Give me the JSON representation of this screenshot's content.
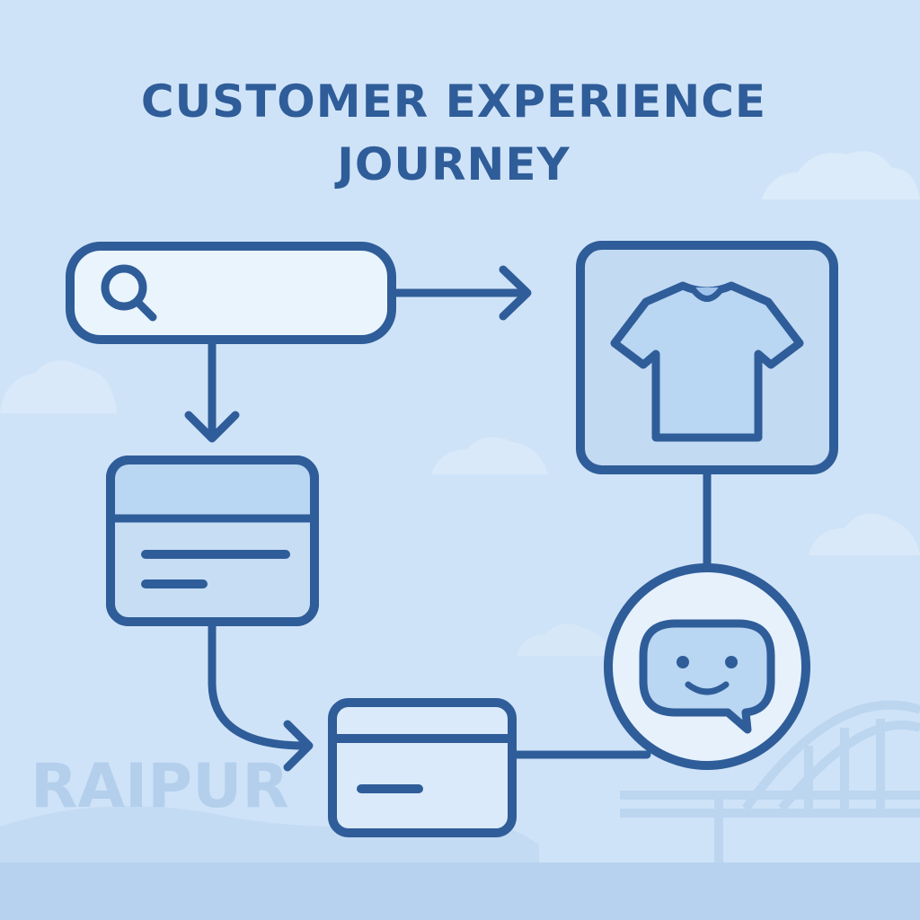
{
  "title": {
    "line1": "CUSTOMER EXPERIENCE",
    "line2": "JOURNEY"
  },
  "watermark": "RAIPUR",
  "colors": {
    "background": "#cfe3f8",
    "stroke": "#2f5d99",
    "fill_light": "#eaf4fd",
    "fill_mid": "#b9d6f2",
    "title": "#2f5d99",
    "watermark": "#b3cfec",
    "skyline": "#bcd6f0",
    "ground": "#b7d2ee"
  },
  "nodes": [
    {
      "id": "search",
      "icon": "search-icon"
    },
    {
      "id": "product",
      "icon": "tshirt-icon"
    },
    {
      "id": "listing",
      "icon": "card-icon"
    },
    {
      "id": "payment",
      "icon": "credit-card-icon"
    },
    {
      "id": "support",
      "icon": "chat-smiley-icon"
    }
  ]
}
